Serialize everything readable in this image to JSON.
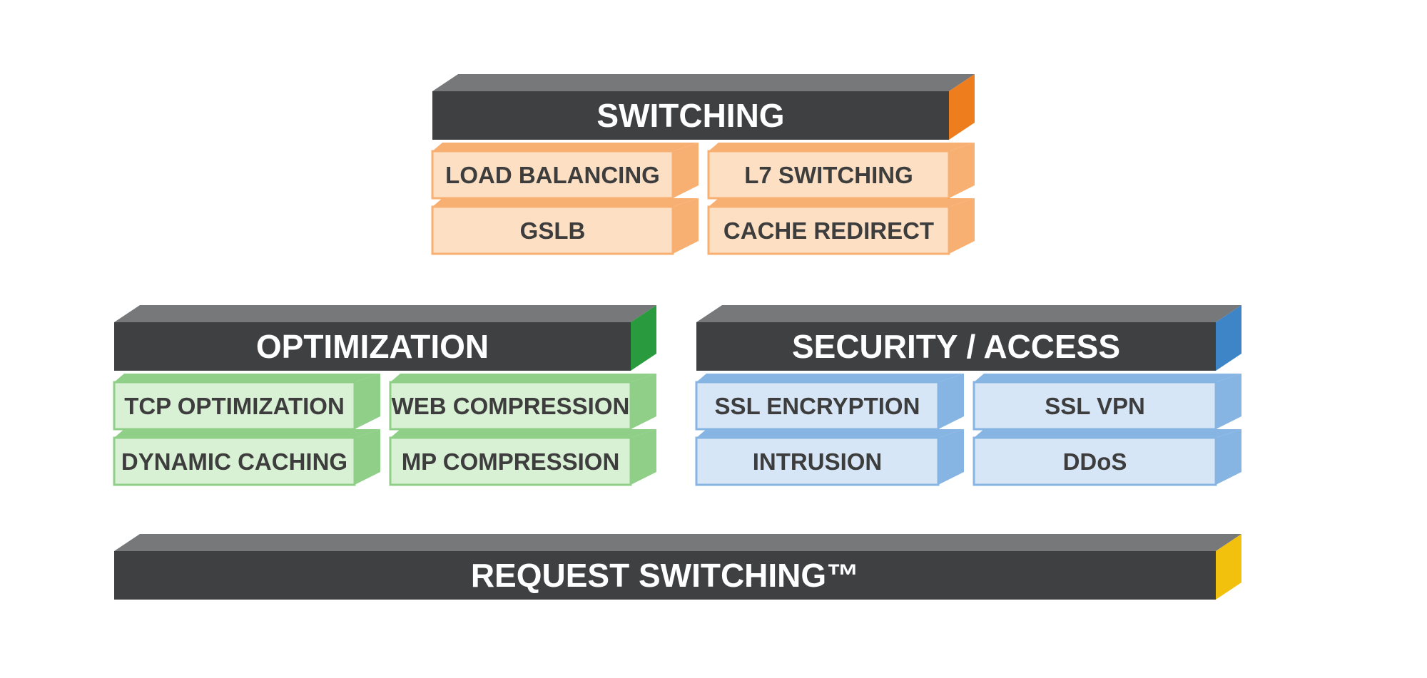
{
  "colors": {
    "bar_front": "#3f4042",
    "bar_top": "#77787a",
    "switching_accent": "#ee7d1d",
    "optimization_accent": "#2a9a3e",
    "security_accent": "#3d85c6",
    "request_accent": "#f2c10e",
    "orange_face": "#fde0c4",
    "orange_side": "#f8b072",
    "green_face": "#d8f0d3",
    "green_side": "#8fcf87",
    "blue_face": "#d6e6f6",
    "blue_side": "#86b5e3"
  },
  "groups": [
    {
      "id": "switching",
      "title": "SWITCHING",
      "accent": "switching_accent",
      "palette": "orange",
      "cells": [
        [
          "LOAD BALANCING",
          "L7 SWITCHING"
        ],
        [
          "GSLB",
          "CACHE REDIRECT"
        ]
      ]
    },
    {
      "id": "optimization",
      "title": "OPTIMIZATION",
      "accent": "optimization_accent",
      "palette": "green",
      "cells": [
        [
          "TCP OPTIMIZATION",
          "WEB COMPRESSION"
        ],
        [
          "DYNAMIC CACHING",
          "MP COMPRESSION"
        ]
      ]
    },
    {
      "id": "security",
      "title": "SECURITY / ACCESS",
      "accent": "security_accent",
      "palette": "blue",
      "cells": [
        [
          "SSL ENCRYPTION",
          "SSL VPN"
        ],
        [
          "INTRUSION",
          "DDoS"
        ]
      ]
    }
  ],
  "base": {
    "title": "REQUEST SWITCHING™",
    "accent": "request_accent"
  }
}
